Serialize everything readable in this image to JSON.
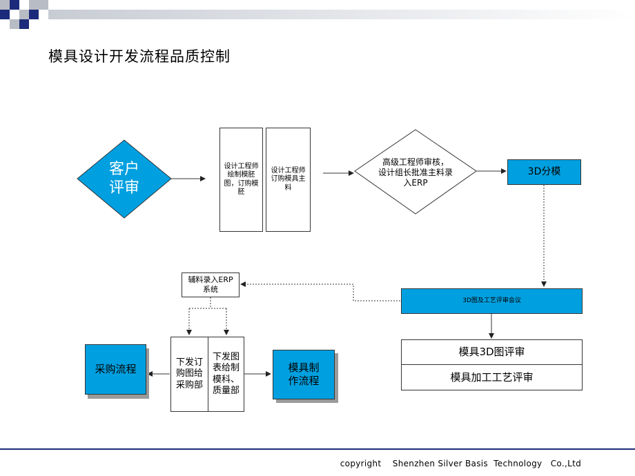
{
  "title": "模具设计开发流程品质控制",
  "colors": {
    "accent": "#00a0e0",
    "decor_blue": "#1b2a7a",
    "decor_grey": "#b8bcc4"
  },
  "nodes": {
    "customer_review": "客户\n评审",
    "designer_draw": "设计工程师绘制模胚图，订购模胚",
    "designer_order": "设计工程师订购模具主料",
    "senior_review": "高级工程师审核，\n设计组长批准主料录\n入ERP",
    "split_3d": "3D分模",
    "review_meeting": "3D图及工艺评审会议",
    "mold_3d_review": "模具3D图评审",
    "process_review": "模具加工工艺评审",
    "aux_material": "辅料录入ERP\n系统",
    "issue_purchase": "下发订\n购图给\n采购部",
    "issue_drawing": "下发图\n表给制\n模科、\n质量部",
    "purchase_flow": "采购流程",
    "mold_flow": "模具制\n作流程"
  },
  "footer": "copyright    Shenzhen Silver Basis  Technology   Co.,Ltd"
}
